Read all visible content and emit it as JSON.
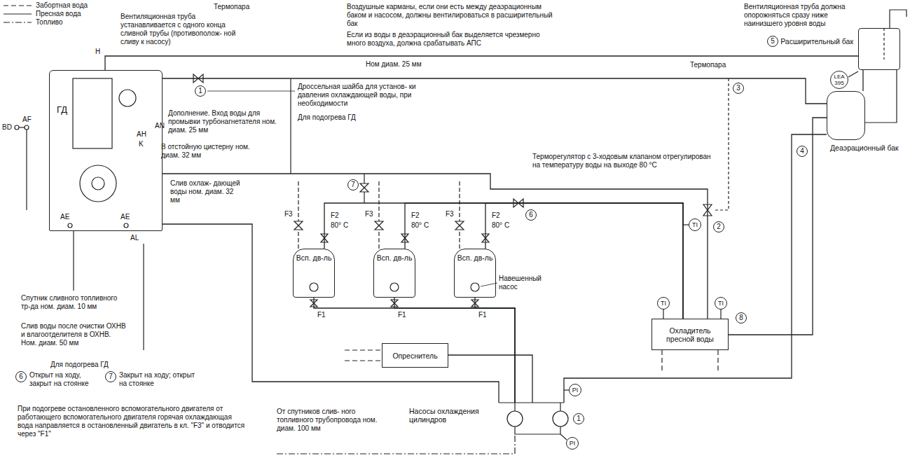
{
  "diagram": {
    "nodes": [
      {
        "text": [
          "ГД"
        ]
      },
      {
        "text": [
          "Расширительный бак"
        ]
      },
      {
        "text": [
          "Деаэрационный бак"
        ]
      },
      {
        "text": [
          "Всп. дв-ль"
        ]
      },
      {
        "text": [
          "Всп. дв-ль"
        ]
      },
      {
        "text": [
          "Всп. дв-ль"
        ]
      },
      {
        "text": [
          "Охладитель пресной воды"
        ]
      },
      {
        "text": [
          "Опреснитель"
        ]
      },
      {
        "text": [
          "Насосы охлаждения цилиндров"
        ]
      }
    ],
    "edges": [
      {
        "from": 0,
        "to": 1,
        "arrow": "none",
        "label": "Ном диам. 25 мм"
      },
      {
        "from": 0,
        "to": 2,
        "arrow": "none"
      },
      {
        "from": 1,
        "to": 2,
        "arrow": "none"
      },
      {
        "from": 2,
        "to": 8,
        "arrow": "none"
      },
      {
        "from": 8,
        "to": 0,
        "arrow": "none"
      },
      {
        "from": 8,
        "to": 7,
        "arrow": "none"
      },
      {
        "from": 6,
        "to": 2,
        "arrow": "none"
      },
      {
        "from": 0,
        "to": 6,
        "arrow": "none"
      },
      {
        "from": 3,
        "to": 6,
        "arrow": "none"
      },
      {
        "from": 4,
        "to": 6,
        "arrow": "none"
      },
      {
        "from": 5,
        "to": 6,
        "arrow": "none"
      },
      {
        "from": 8,
        "to": 3,
        "arrow": "none"
      },
      {
        "from": 8,
        "to": 4,
        "arrow": "none"
      },
      {
        "from": 8,
        "to": 5,
        "arrow": "none"
      }
    ],
    "labels": [
      "Термопара",
      "Вентиляционная труба устанавливается с одного конца сливной трубы (противополож- ной сливу к насосу)",
      "1",
      "Дроссельная шайба для установ- ки давления охлаждающей воды, при необходимости",
      "Дополнение. Вход воды для промывки турбонагнетателя ном. диам. 25 мм",
      "AN",
      "Для подогрева ГД",
      "H",
      "AH",
      "K",
      "В отстойную цистерну ном. диам. 32 мм",
      "Слив охлаж- дающей воды ном. диам. 32 мм",
      "AF",
      "BD",
      "AE",
      "AE",
      "AL",
      "Спутник сливного топливного тр-да ном. диам. 10 мм",
      "Слив воды после очистки ОХНВ и влагоотделителя в ОХНВ. Ном. диам. 50 мм",
      "Для подогрева ГД",
      "6",
      "Открыт на ходу, закрыт на стоянке",
      "7",
      "Закрыт на ходу; открыт на стоянке",
      "При подогреве остановленного вспомогательного двигателя от работающего вспомогательного двигателя горячая охлаждающая вода направляется в остановленный двигатель в кл. \"F3\" и отводится через \"F1\"",
      "Воздушные карманы, если они есть между деаэрационным баком и насосом, должны вентилироваться в расширительный бак",
      "Если из воды в деаэрационный бак выделяется чрезмерно много воздуха, должна срабатывать АПС",
      "Вентиляционная труба должна опорожняться сразу ниже наинизшего уровня воды",
      "5",
      "LEA 395",
      "Термопара",
      "3",
      "4",
      "Терморегулятор с 3-ходовым клапаном отрегулирован на температуру воды на выходе 80 °С",
      "7",
      "6",
      "TI",
      "2",
      "F3",
      "F2",
      "80° C",
      "F3",
      "F2",
      "80° C",
      "F3",
      "F2",
      "80° C",
      "F1",
      "F1",
      "F1",
      "Навешенный насос",
      "TI",
      "TI",
      "8",
      "PI",
      "1",
      "PI",
      "От спутников слив- ного топливного трубопровода ном. диам. 100 мм"
    ],
    "legend": [
      {
        "text": "Забортная вода"
      },
      {
        "text": "Пресная вода"
      },
      {
        "text": "Топливо"
      }
    ]
  }
}
